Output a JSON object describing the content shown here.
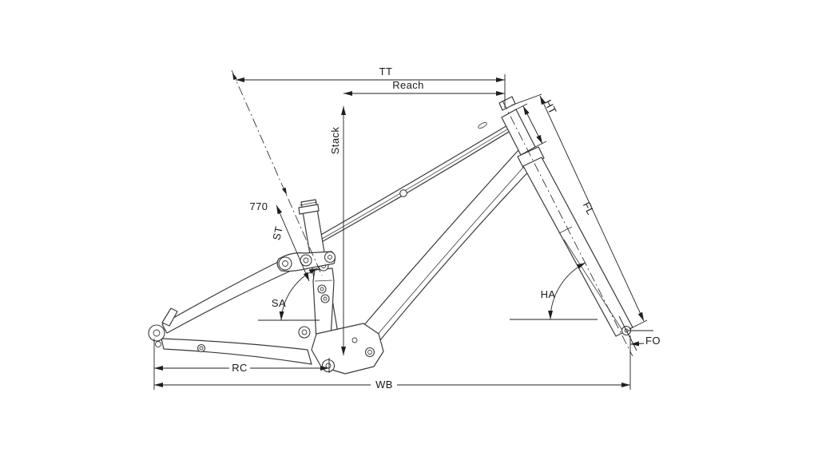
{
  "diagram": {
    "type": "bike-frame-geometry",
    "background_color": "#ffffff",
    "frame_line_color": "#3a3a3a",
    "dimension_line_color": "#1f1f1f",
    "labels": {
      "tt": "TT",
      "reach": "Reach",
      "stack": "Stack",
      "ht": "HT",
      "fl": "FL",
      "ha": "HA",
      "fo": "FO",
      "wb": "WB",
      "rc": "RC",
      "sa": "SA",
      "st": "ST",
      "seat_height": "770"
    }
  }
}
